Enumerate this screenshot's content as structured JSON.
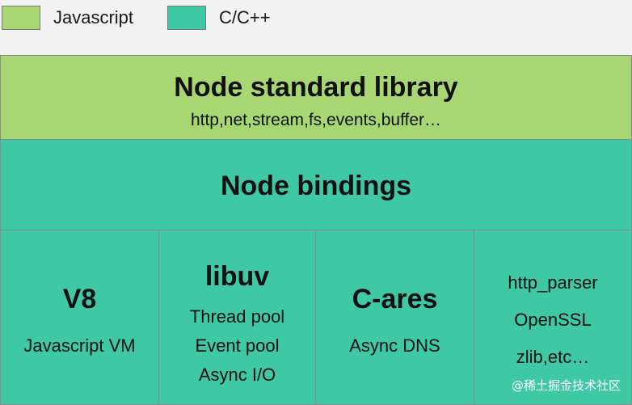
{
  "colors": {
    "javascript": "#a8d672",
    "cpp": "#3ec8a4",
    "border": "#8a8a8a"
  },
  "legend": [
    {
      "label": "Javascript",
      "color": "#a8d672"
    },
    {
      "label": "C/C++",
      "color": "#3ec8a4"
    }
  ],
  "layers": {
    "std_lib": {
      "title": "Node standard library",
      "subtitle": "http,net,stream,fs,events,buffer…"
    },
    "bindings": {
      "title": "Node bindings"
    }
  },
  "components": {
    "v8": {
      "title": "V8",
      "lines": [
        "Javascript VM"
      ]
    },
    "libuv": {
      "title": "libuv",
      "lines": [
        "Thread pool",
        "Event pool",
        "Async I/O"
      ]
    },
    "cares": {
      "title": "C-ares",
      "lines": [
        "Async DNS"
      ]
    },
    "other": {
      "lines": [
        "http_parser",
        "OpenSSL",
        "zlib,etc…"
      ]
    }
  },
  "watermark": "@稀土掘金技术社区"
}
